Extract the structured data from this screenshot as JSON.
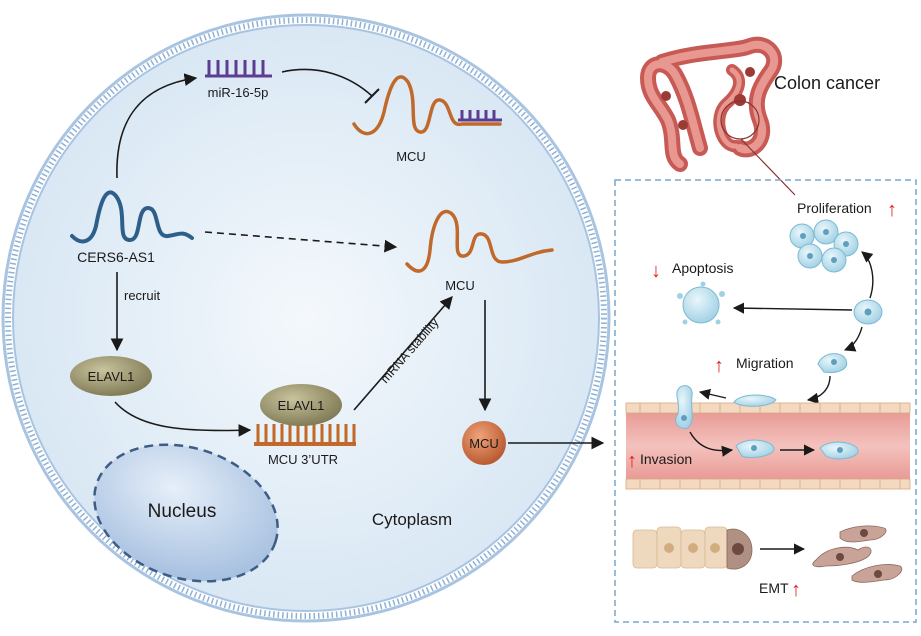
{
  "labels": {
    "mir": "miR-16-5p",
    "mcu_top": "MCU",
    "cers6": "CERS6-AS1",
    "mcu_mid": "MCU",
    "recruit": "recruit",
    "mrna_stability": "mRNA stability",
    "elavl1_left": "ELAVL1",
    "elavl1_bound": "ELAVL1",
    "mcu_utr": "MCU 3’UTR",
    "mcu_protein": "MCU",
    "nucleus": "Nucleus",
    "cytoplasm": "Cytoplasm",
    "colon_cancer": "Colon cancer",
    "proliferation": "Proliferation",
    "apoptosis": "Apoptosis",
    "migration": "Migration",
    "invasion": "Invasion",
    "emt": "EMT"
  },
  "arrows": {
    "up": "↑",
    "down": "↓"
  },
  "colors": {
    "cell_fill": "#dbe9f4",
    "membrane": "#9fbcdc",
    "lncrna": "#2d5f8a",
    "mrna": "#c0692a",
    "mirna": "#5c3d91",
    "elavl1": "#8c8560",
    "nucleus": "#a9c3e1",
    "protein": "#c8683f",
    "vessel": "#e9a7a2",
    "red_arrow": "#e02020",
    "panel_border": "#7aa6c9"
  }
}
